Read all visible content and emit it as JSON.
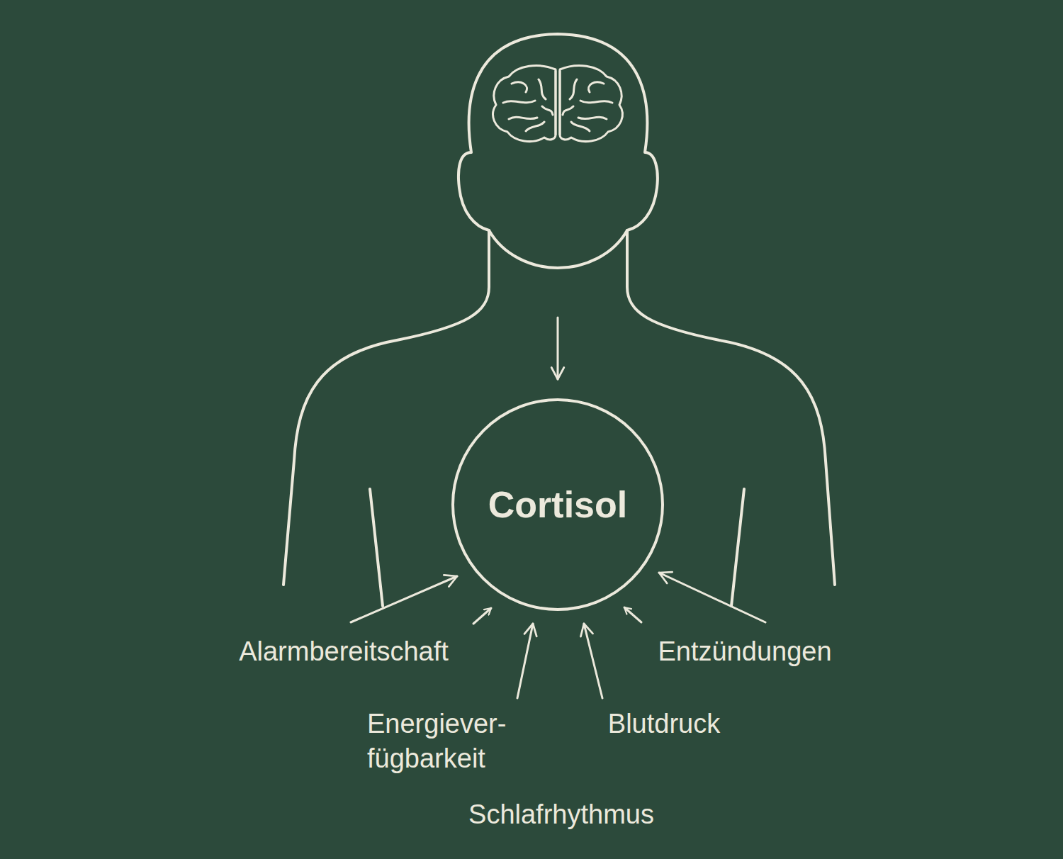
{
  "diagram": {
    "nodes": [
      {
        "text": [
          "Cortisol"
        ]
      }
    ],
    "labels": [
      "Alarmbereitschaft",
      "Entzündungen",
      "Energiever- fügbarkeit",
      "Blutdruck",
      "Schlafrhythmus"
    ]
  }
}
